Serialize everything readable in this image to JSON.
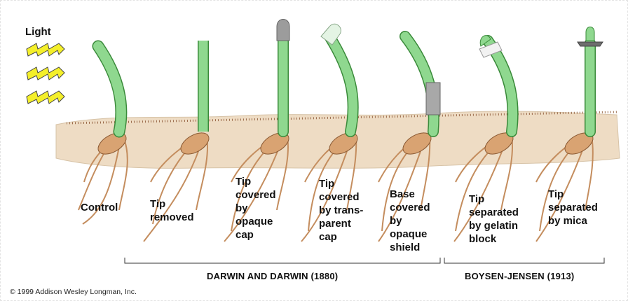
{
  "light_label": "Light",
  "labels": {
    "control": "Control",
    "tip_removed": "Tip\nremoved",
    "tip_opaque_cap": "Tip\ncovered\nby\nopaque\n cap",
    "tip_transparent_cap": "Tip\ncovered\nby trans-\nparent\ncap",
    "base_opaque_shield": "Base\ncovered\nby\nopaque\nshield",
    "tip_gelatin_block": "Tip\nseparated\nby gelatin\nblock",
    "tip_mica": "Tip\nseparated\nby mica"
  },
  "groups": {
    "darwin": "DARWIN AND DARWIN (1880)",
    "boysen_jensen": "BOYSEN-JENSEN (1913)"
  },
  "copyright": "© 1999 Addison Wesley Longman, Inc.",
  "colors": {
    "shoot": "#8fd88f",
    "shoot_outline": "#3a8a3a",
    "root": "#d9a372",
    "soil": "#eedcc4",
    "light": "#f4ef2a",
    "opaque_cap": "#9c9c9c",
    "transparent_cap": "#e4f4e4",
    "mica": "#6e6e6e"
  }
}
